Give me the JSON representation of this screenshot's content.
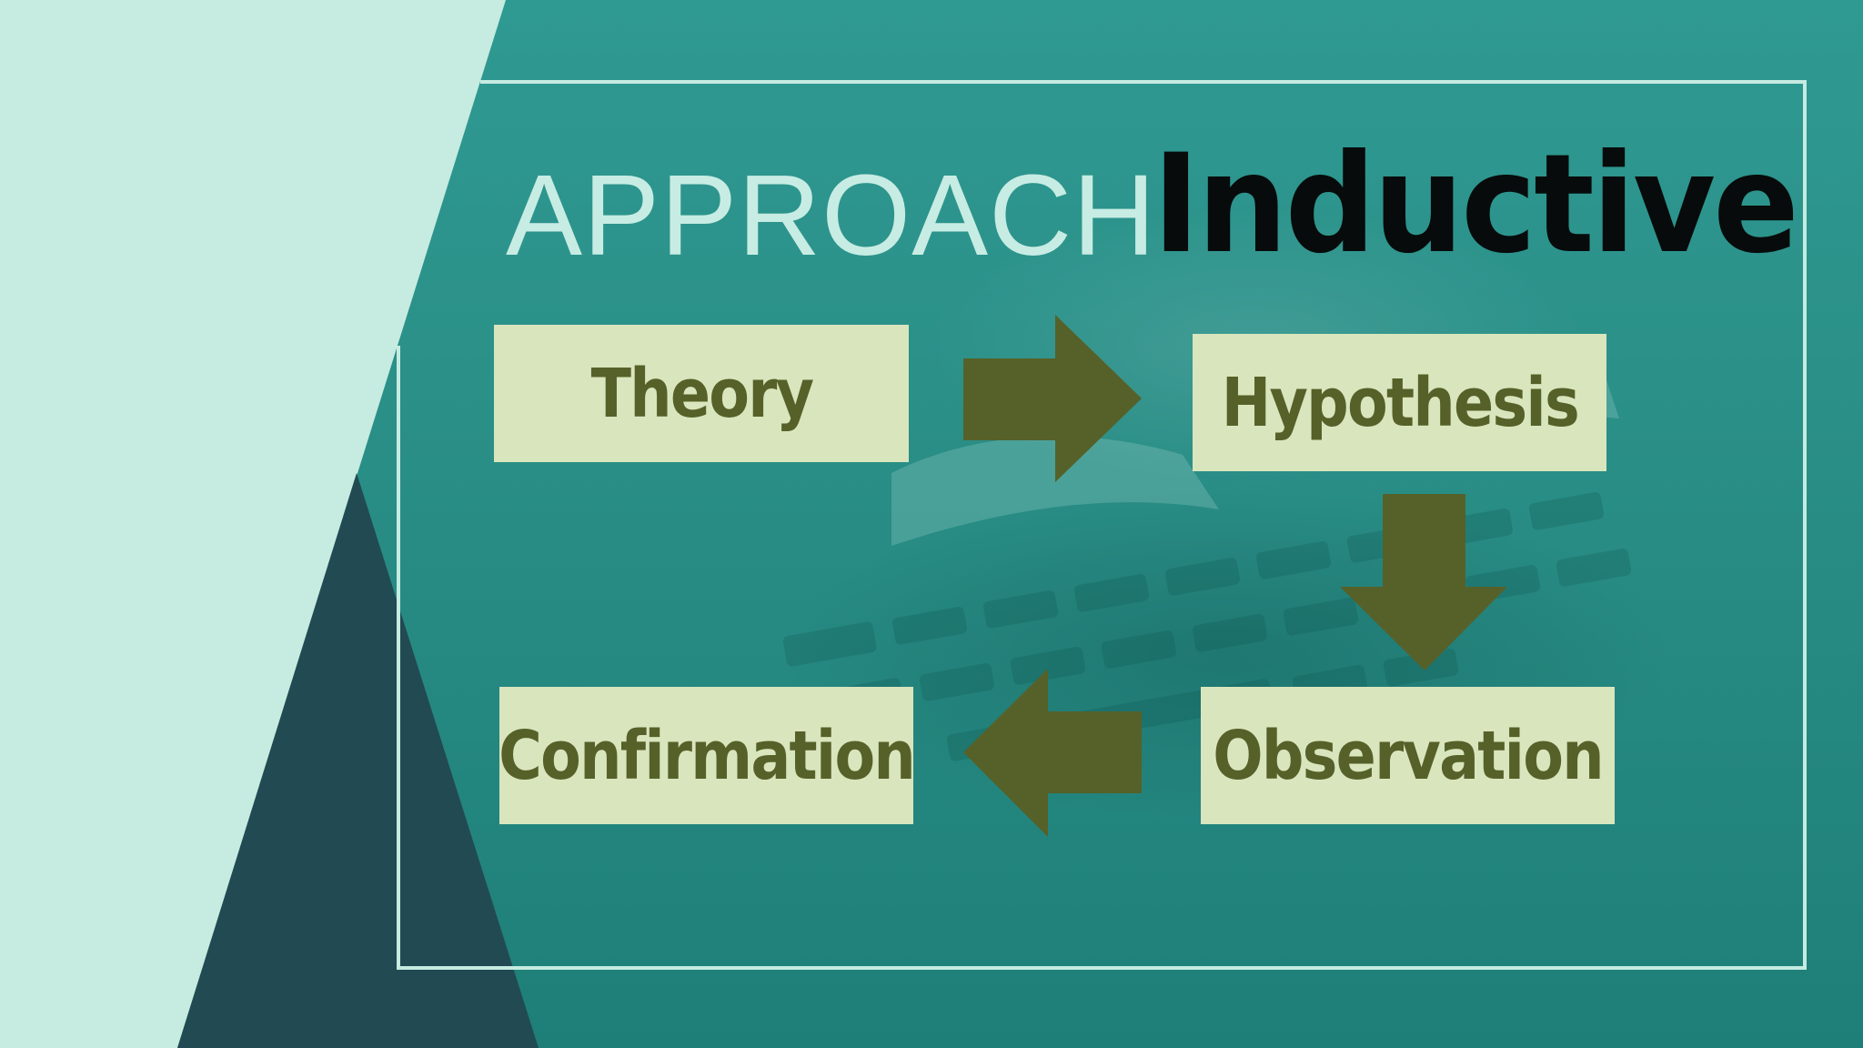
{
  "title": {
    "approach": "APPROACH",
    "inductive": "Inductive"
  },
  "steps": [
    {
      "label": "Theory"
    },
    {
      "label": "Hypothesis"
    },
    {
      "label": "Observation"
    },
    {
      "label": "Confirmation"
    }
  ],
  "colors": {
    "background_teal": "#1e8078",
    "mint": "#c6ebe1",
    "dark_slate": "#224a52",
    "box_fill": "#d9e5bd",
    "arrow_olive": "#566129",
    "title_dark": "#070b0b"
  }
}
